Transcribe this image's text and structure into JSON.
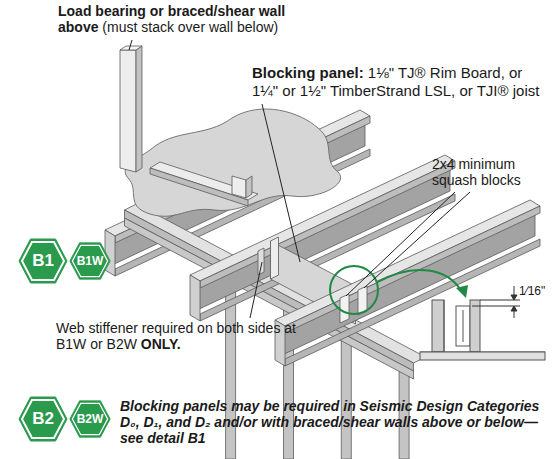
{
  "diagram": {
    "nodes": [
      {
        "text": [
          "B1"
        ]
      },
      {
        "text": [
          "B1W"
        ]
      },
      {
        "text": [
          "B2"
        ]
      },
      {
        "text": [
          "B2W"
        ]
      }
    ],
    "labels": [
      "Load bearing or braced/shear wall above",
      "(must stack over wall below)",
      "Blocking panel:",
      "1⅛\" TJ® Rim Board, or 1¼\" or 1½\" TimberStrand LSL, or TJI® joist",
      "2x4 minimum squash blocks",
      "1⁄16\"",
      "Web stiffener required on both sides at B1W or B2W",
      "ONLY.",
      "Blocking panels may be required in Seismic Design Categories D₀, D₁, and D₂ and/or with braced/shear walls above or below—see detail B1"
    ]
  }
}
